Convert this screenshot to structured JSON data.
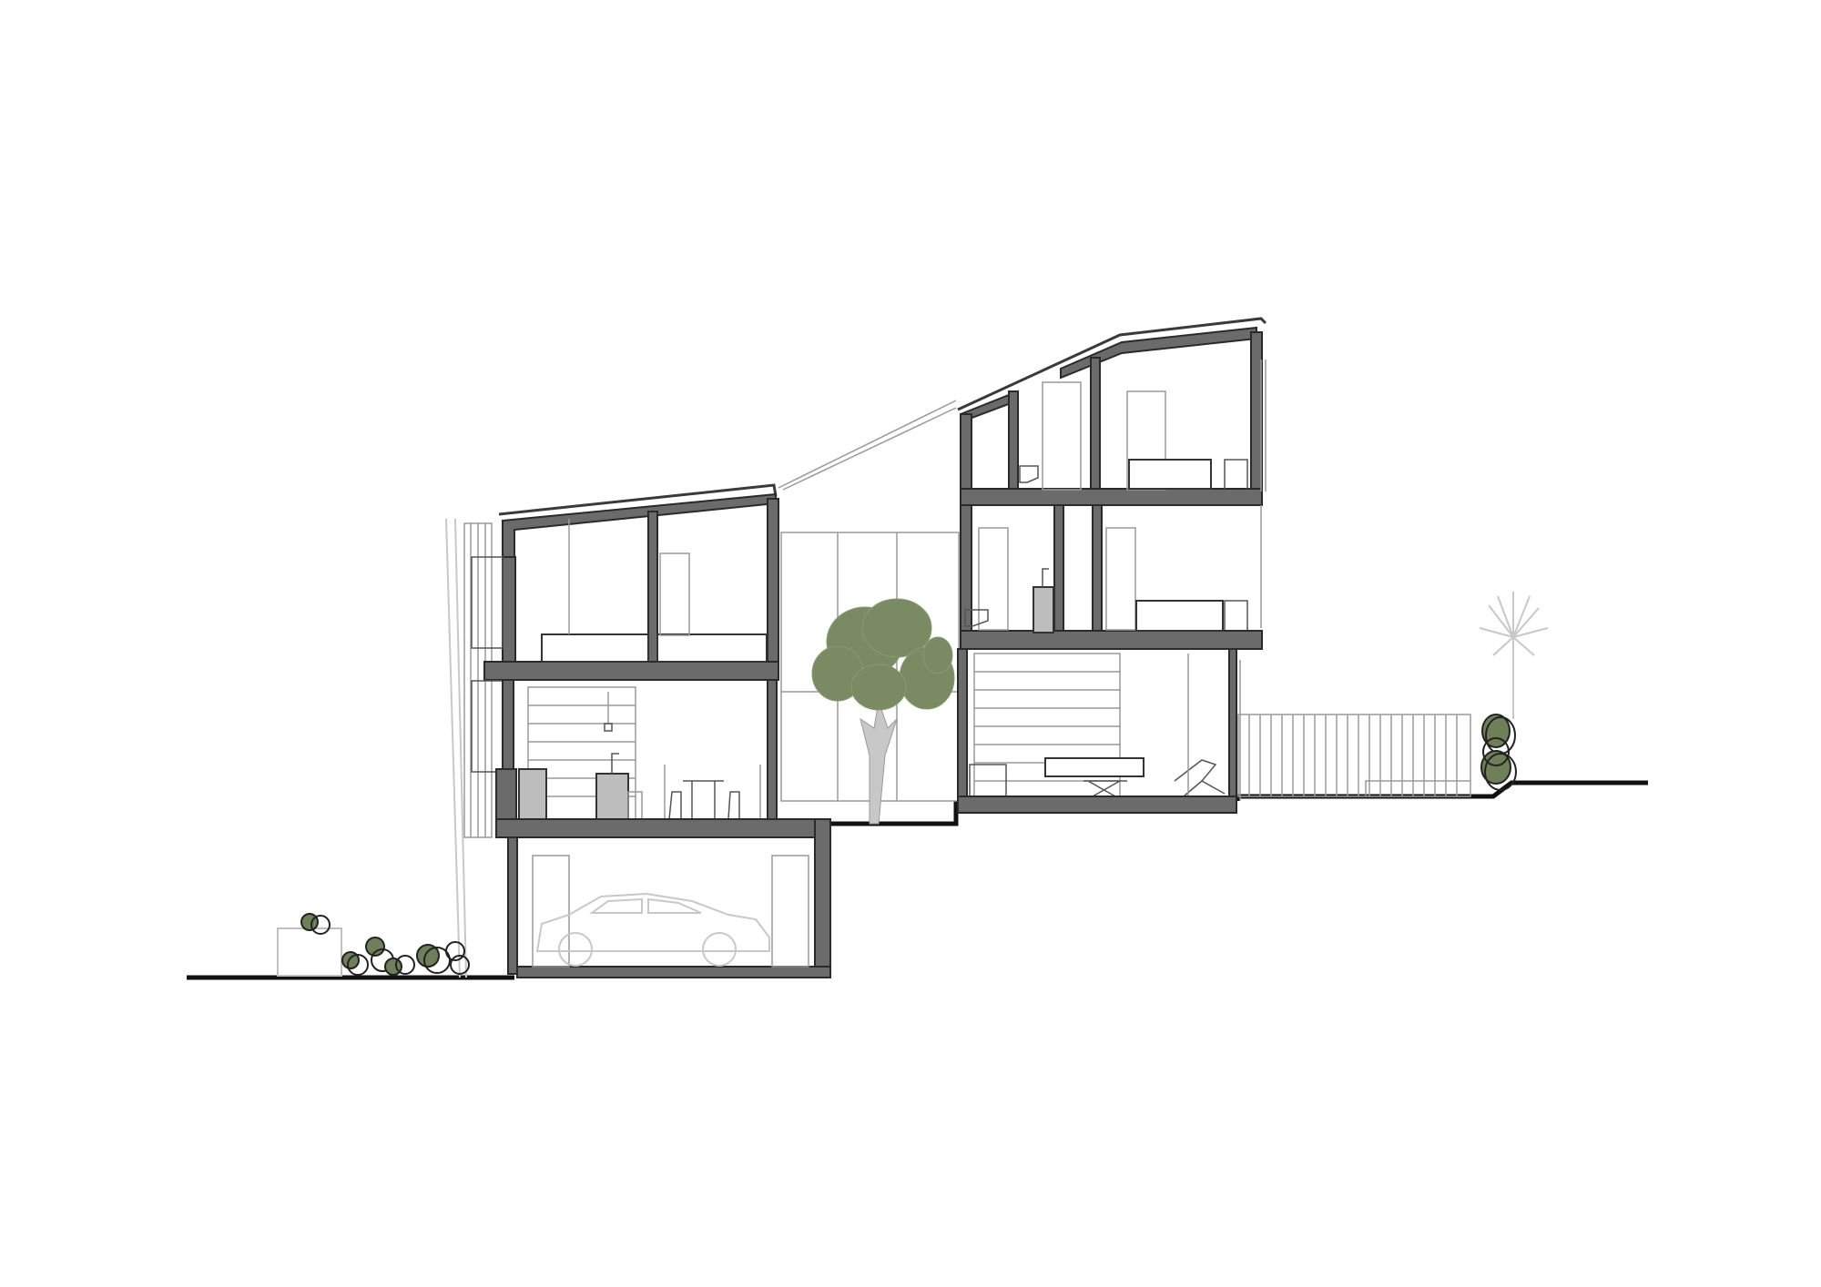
{
  "drawing": {
    "type": "building-section",
    "colors": {
      "background": "#ffffff",
      "cut_fill": "#6b6b6b",
      "line": "#2a2a2a",
      "thin_line": "#9a9a9a",
      "foliage": "#7a8a62",
      "ground": "#111111"
    },
    "elements": [
      "left-block",
      "courtyard-tree",
      "right-block",
      "garage-car",
      "left-planter",
      "right-shrubs",
      "distant-palm",
      "boundary-fence"
    ]
  }
}
